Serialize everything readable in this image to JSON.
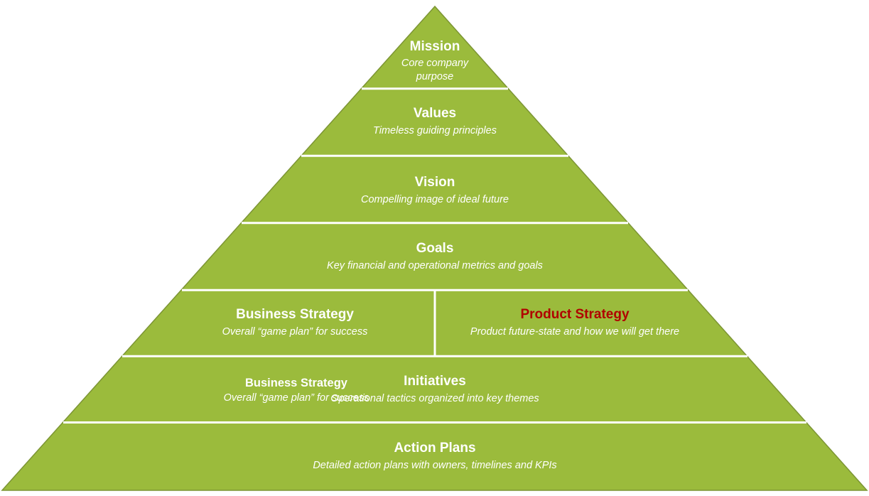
{
  "colors": {
    "fill": "#9bbb3c",
    "border": "#7c9534",
    "separator": "#ffffff",
    "text": "#ffffff",
    "highlight": "#b00000"
  },
  "tiers": {
    "mission": {
      "title": "Mission",
      "desc": "Core company purpose"
    },
    "values": {
      "title": "Values",
      "desc": "Timeless guiding principles"
    },
    "vision": {
      "title": "Vision",
      "desc": "Compelling image of ideal future"
    },
    "goals": {
      "title": "Goals",
      "desc": "Key financial and operational metrics and goals"
    },
    "business_strategy": {
      "title": "Business Strategy",
      "desc": "Overall “game plan” for success"
    },
    "product_strategy": {
      "title": "Product Strategy",
      "desc": "Product future-state and how we will get there"
    },
    "initiatives": {
      "title": "Initiatives",
      "desc": "Operational tactics organized into key themes"
    },
    "initiatives_overlay": {
      "title": "Business Strategy",
      "desc": "Overall “game plan” for success"
    },
    "action_plans": {
      "title": "Action Plans",
      "desc": "Detailed action plans with owners, timelines and KPIs"
    }
  }
}
